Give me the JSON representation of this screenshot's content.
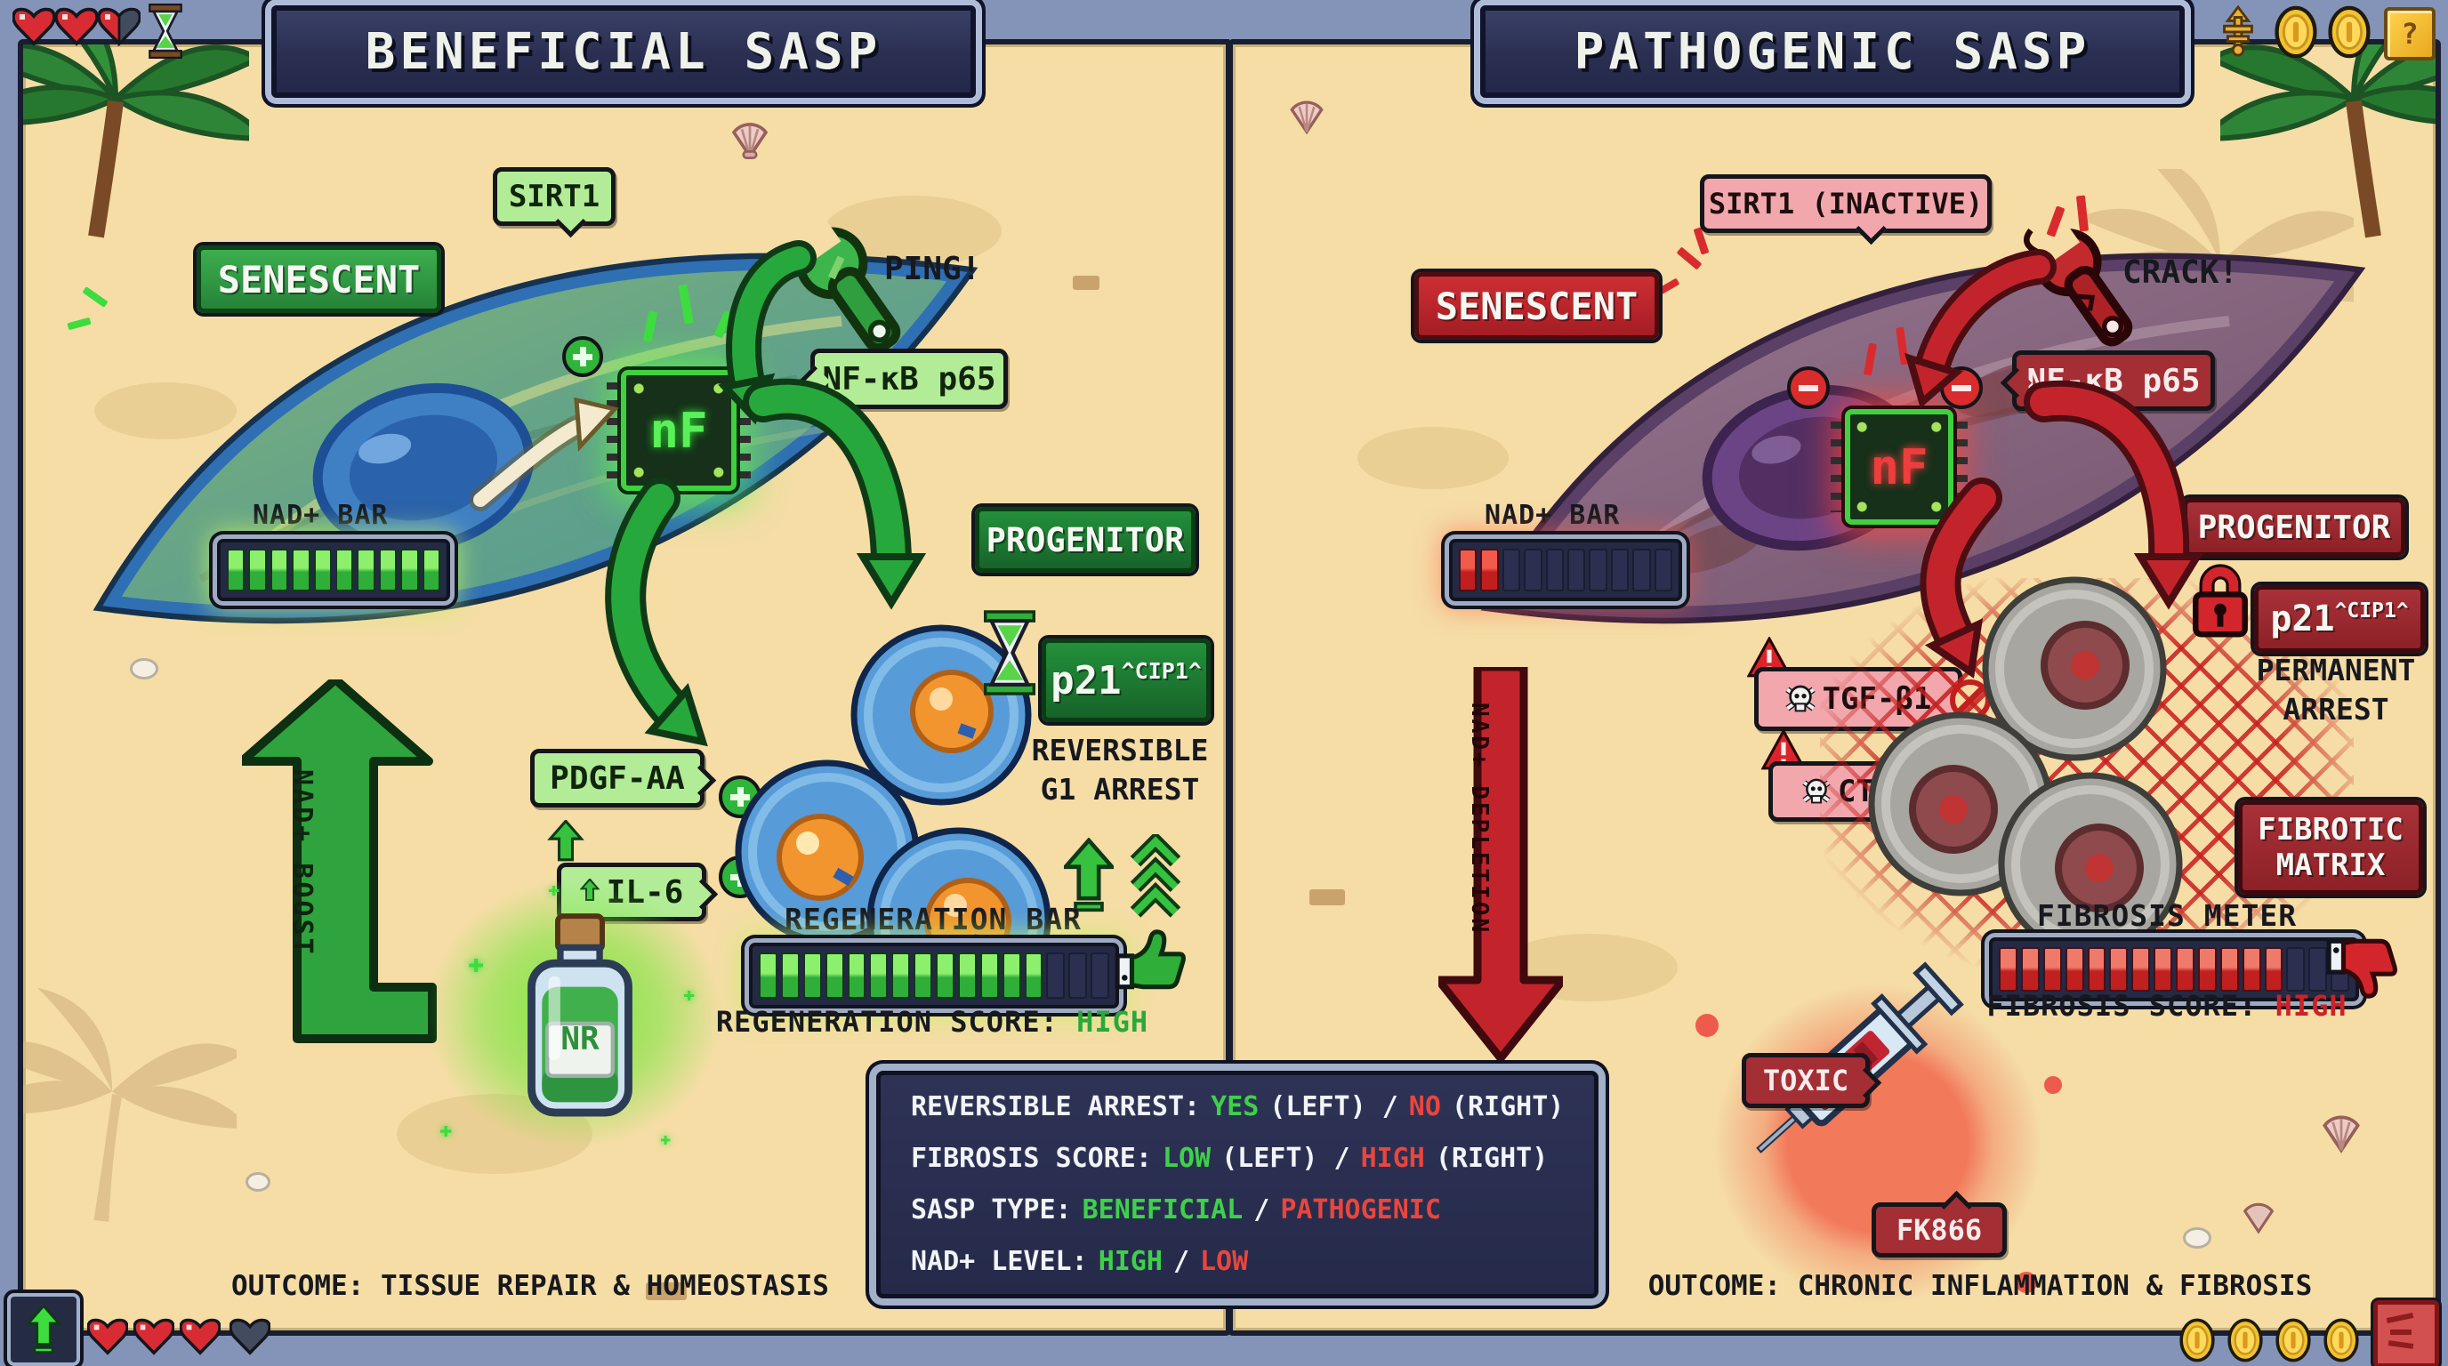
{
  "left": {
    "title": "BENEFICIAL SASP",
    "cell_label": "SENESCENT",
    "sirt1": "SIRT1",
    "chip": "nF",
    "ping": "PING!",
    "nfkb": "NF-κB p65",
    "nad_bar_title": "NAD+ BAR",
    "pdgf": "PDGF-AA",
    "il6": "IL-6",
    "progenitor": "PROGENITOR",
    "p21": "p21",
    "p21_sup": "^CIP1^",
    "arrest_line1": "REVERSIBLE",
    "arrest_line2": "G1 ARREST",
    "regen_bar_title": "REGENERATION BAR",
    "regen_score_label": "REGENERATION SCORE:",
    "regen_score_value": "HIGH",
    "nad_boost": "NAD+ BOOST",
    "nr": "NR",
    "outcome": "OUTCOME: TISSUE REPAIR & HOMEOSTASIS"
  },
  "right": {
    "title": "PATHOGENIC SASP",
    "cell_label": "SENESCENT",
    "sirt1": "SIRT1 (INACTIVE)",
    "chip": "nF",
    "crack": "CRACK!",
    "nfkb": "NF-κB p65",
    "nad_bar_title": "NAD+ BAR",
    "warning": "!",
    "tgfb": "TGF-β1",
    "ctgf": "CTGF",
    "progenitor": "PROGENITOR",
    "p21": "p21",
    "p21_sup": "^CIP1^",
    "arrest_line1": "PERMANENT",
    "arrest_line2": "ARREST",
    "fibrotic_line1": "FIBROTIC",
    "fibrotic_line2": "MATRIX",
    "fibrosis_meter_title": "FIBROSIS METER",
    "fibrosis_score_label": "FIBROSIS SCORE:",
    "fibrosis_score_value": "HIGH",
    "nad_depletion": "NAD+ DEPLETION",
    "toxic": "TOXIC",
    "fk866": "FK866",
    "outcome": "OUTCOME: CHRONIC INFLAMMATION & FIBROSIS"
  },
  "info_panel": {
    "row1": {
      "label": "REVERSIBLE ARREST:",
      "v1": "YES",
      "mid": "(LEFT) /",
      "v2": "NO",
      "tail": "(RIGHT)"
    },
    "row2": {
      "label": "FIBROSIS SCORE:",
      "v1": "LOW",
      "mid": "(LEFT) /",
      "v2": "HIGH",
      "tail": "(RIGHT)"
    },
    "row3": {
      "label": "SASP TYPE:",
      "v1": "BENEFICIAL",
      "mid": "/",
      "v2": "PATHOGENIC",
      "tail": ""
    },
    "row4": {
      "label": "NAD+ LEVEL:",
      "v1": "HIGH",
      "mid": "/",
      "v2": "LOW",
      "tail": ""
    }
  },
  "hud": {
    "question_mark": "?"
  },
  "meters": {
    "nad_left": {
      "total": 10,
      "filled": 10,
      "light": "#8df06c",
      "dark": "#2fae3a",
      "edge": "#0d3b14"
    },
    "nad_right": {
      "total": 10,
      "filled": 2,
      "light": "#f25b4c",
      "dark": "#c11f1f",
      "edge": "#4e0d12"
    },
    "regen": {
      "total": 16,
      "filled": 13,
      "light": "#8df06c",
      "dark": "#2fae3a",
      "edge": "#0d3b14"
    },
    "fibrosis": {
      "total": 16,
      "filled": 13,
      "light": "#f07a6a",
      "dark": "#c02020",
      "edge": "#4e0d12"
    }
  },
  "colors": {
    "sand": "#f5dda5",
    "chrome": "#8494b8",
    "panel_navy": "#2a2f52",
    "accent_green": "#2fae3a",
    "accent_red": "#c8232b"
  }
}
